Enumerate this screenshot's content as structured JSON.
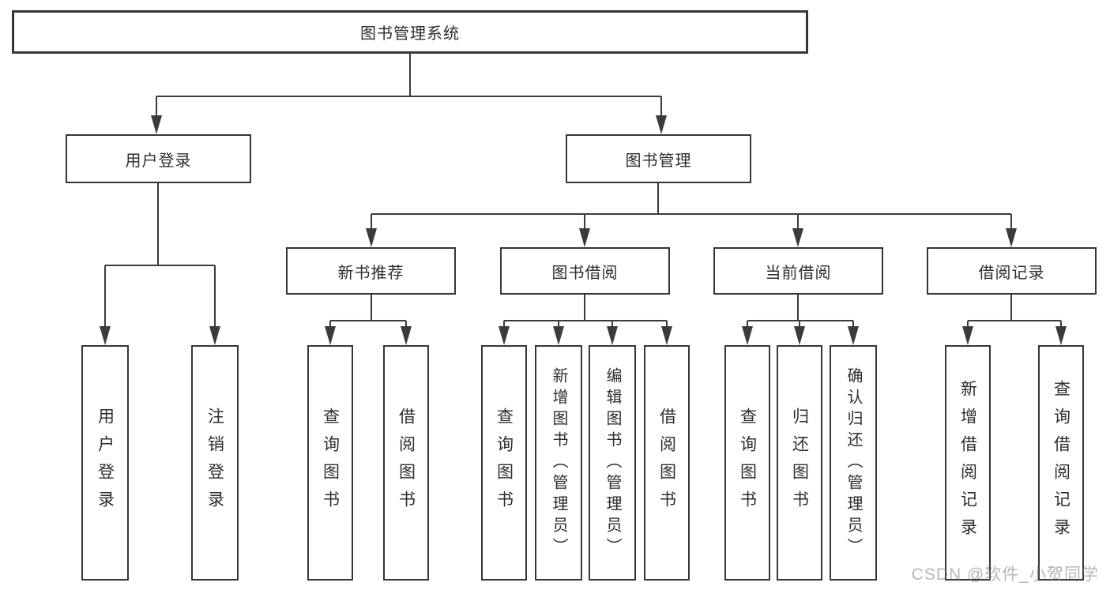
{
  "tree": {
    "label": "图书管理系统",
    "children": [
      {
        "label": "用户登录",
        "children": [
          {
            "label": "用户登录"
          },
          {
            "label": "注销登录"
          }
        ]
      },
      {
        "label": "图书管理",
        "children": [
          {
            "label": "新书推荐",
            "children": [
              {
                "label": "查询图书"
              },
              {
                "label": "借阅图书"
              }
            ]
          },
          {
            "label": "图书借阅",
            "children": [
              {
                "label": "查询图书"
              },
              {
                "label": "新增图书（管理员）"
              },
              {
                "label": "编辑图书（管理员）"
              },
              {
                "label": "借阅图书"
              }
            ]
          },
          {
            "label": "当前借阅",
            "children": [
              {
                "label": "查询图书"
              },
              {
                "label": "归还图书"
              },
              {
                "label": "确认归还（管理员）"
              }
            ]
          },
          {
            "label": "借阅记录",
            "children": [
              {
                "label": "新增借阅记录"
              },
              {
                "label": "查询借阅记录"
              }
            ]
          }
        ]
      }
    ]
  },
  "watermark": {
    "text": "CSDN @软件_小贺同学"
  },
  "colors": {
    "line": "#3b3b3b",
    "box_border": "#363636",
    "text": "#2d2d2d",
    "watermark": "#7a7a7a",
    "background": "#ffffff"
  }
}
